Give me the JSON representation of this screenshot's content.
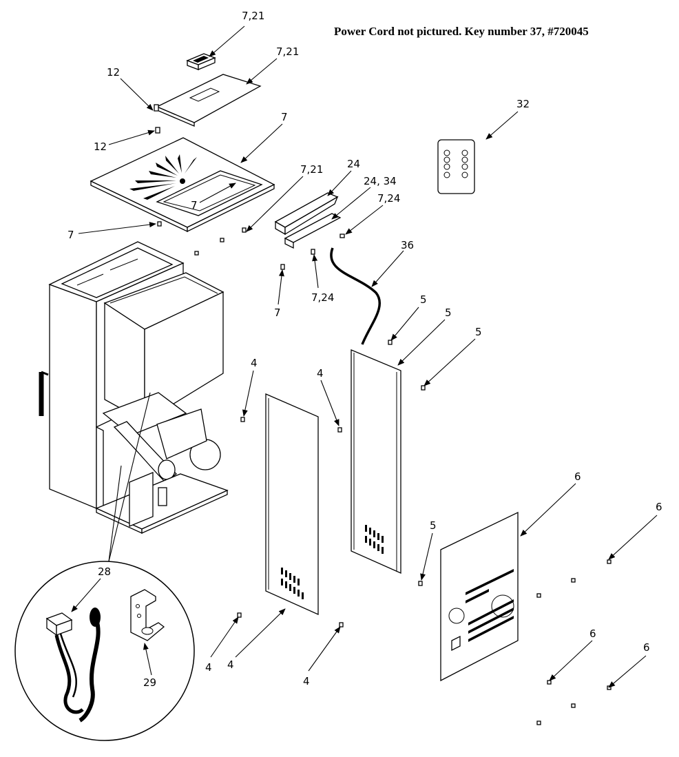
{
  "note": "Power Cord not pictured. Key number 37, #720045",
  "callouts": {
    "c1": "7,21",
    "c2": "7,21",
    "c3": "12",
    "c4": "12",
    "c5": "7",
    "c6": "7",
    "c7": "7",
    "c8": "7,21",
    "c9": "24",
    "c10": "24, 34",
    "c11": "7,24",
    "c12": "7,24",
    "c13": "7",
    "c14": "32",
    "c15": "36",
    "c16": "5",
    "c17": "5",
    "c18": "5",
    "c19": "4",
    "c20": "4",
    "c21": "6",
    "c22": "6",
    "c23": "5",
    "c24": "28",
    "c25": "29",
    "c26": "4",
    "c27": "4",
    "c28": "4",
    "c29": "6",
    "c30": "6"
  }
}
